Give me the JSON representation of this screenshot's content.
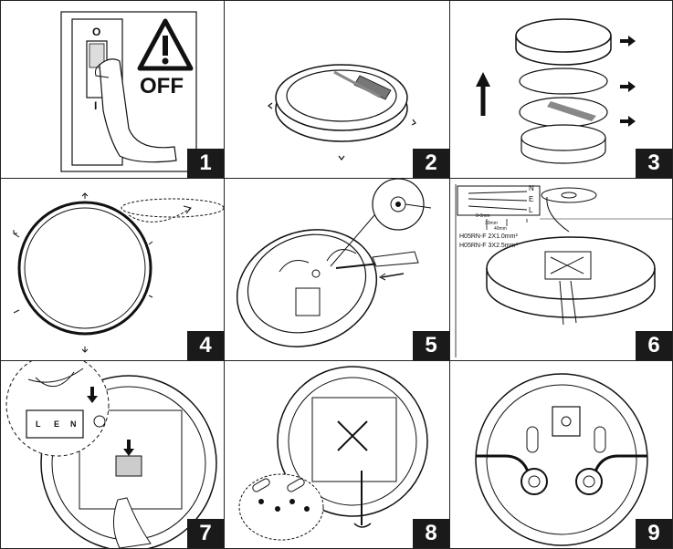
{
  "steps": [
    {
      "number": "1",
      "switch_top": "O",
      "switch_bottom": "I",
      "warning_text": "OFF"
    },
    {
      "number": "2"
    },
    {
      "number": "3"
    },
    {
      "number": "4"
    },
    {
      "number": "5"
    },
    {
      "number": "6",
      "wire_labels": [
        "N",
        "E",
        "L"
      ],
      "strip_lengths": [
        "8-9mm",
        "30mm",
        "40mm"
      ],
      "cable_specs": [
        "H05RN-F 2X1.0mm²",
        "H05RN-F 3X2.5mm²"
      ]
    },
    {
      "number": "7",
      "terminal_labels": [
        "L",
        "E",
        "N"
      ]
    },
    {
      "number": "8"
    },
    {
      "number": "9"
    }
  ]
}
